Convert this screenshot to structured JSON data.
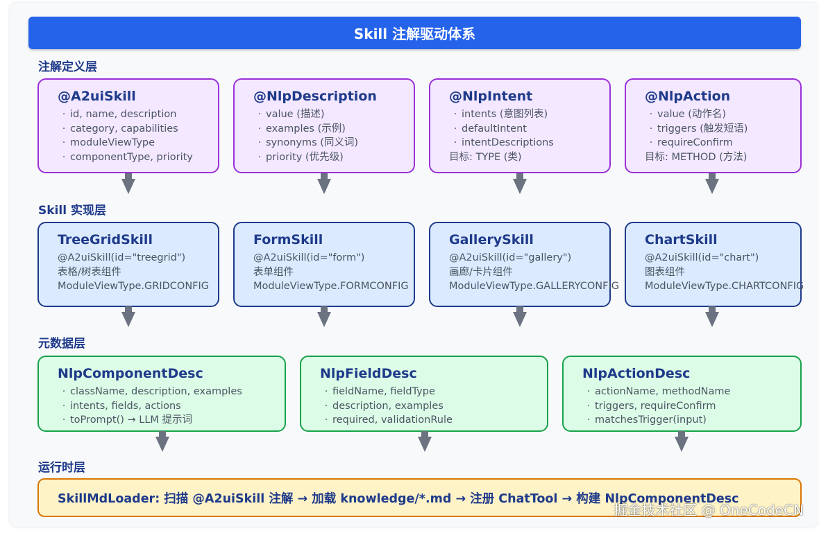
{
  "title": "Skill 注解驱动体系",
  "layers": {
    "annotation": {
      "label": "注解定义层",
      "boxes": [
        {
          "title": "@A2uiSkill",
          "lines": [
            "id, name, description",
            "category, capabilities",
            "moduleViewType",
            "componentType, priority"
          ]
        },
        {
          "title": "@NlpDescription",
          "lines": [
            "value (描述)",
            "examples (示例)",
            "synonyms (同义词)",
            "priority (优先级)"
          ]
        },
        {
          "title": "@NlpIntent",
          "lines": [
            "intents (意图列表)",
            "defaultIntent",
            "intentDescriptions"
          ],
          "target": "目标: TYPE (类)"
        },
        {
          "title": "@NlpAction",
          "lines": [
            "value (动作名)",
            "triggers (触发短语)",
            "requireConfirm"
          ],
          "target": "目标: METHOD (方法)"
        }
      ]
    },
    "skill": {
      "label": "Skill 实现层",
      "boxes": [
        {
          "title": "TreeGridSkill",
          "lines": [
            "@A2uiSkill(id=\"treegrid\")",
            "表格/树表组件",
            "ModuleViewType.GRIDCONFIG"
          ]
        },
        {
          "title": "FormSkill",
          "lines": [
            "@A2uiSkill(id=\"form\")",
            "表单组件",
            "ModuleViewType.FORMCONFIG"
          ]
        },
        {
          "title": "GallerySkill",
          "lines": [
            "@A2uiSkill(id=\"gallery\")",
            "画廊/卡片组件",
            "ModuleViewType.GALLERYCONFIG"
          ]
        },
        {
          "title": "ChartSkill",
          "lines": [
            "@A2uiSkill(id=\"chart\")",
            "图表组件",
            "ModuleViewType.CHARTCONFIG"
          ]
        }
      ]
    },
    "metadata": {
      "label": "元数据层",
      "boxes": [
        {
          "title": "NlpComponentDesc",
          "lines": [
            "className, description, examples",
            "intents, fields, actions",
            "toPrompt() → LLM 提示词"
          ]
        },
        {
          "title": "NlpFieldDesc",
          "lines": [
            "fieldName, fieldType",
            "description, examples",
            "required, validationRule"
          ]
        },
        {
          "title": "NlpActionDesc",
          "lines": [
            "actionName, methodName",
            "triggers, requireConfirm",
            "matchesTrigger(input)"
          ]
        }
      ]
    },
    "runtime": {
      "label": "运行时层",
      "loader_text": "SkillMdLoader: 扫描 @A2uiSkill 注解 → 加载 knowledge/*.md → 注册 ChatTool → 构建 NlpComponentDesc"
    }
  },
  "watermark": "掘金技术社区 @ OneCodeCN",
  "colors": {
    "title_bar": "#2563eb",
    "annotation_fill": "#f3e8ff",
    "annotation_border": "#9b30d9",
    "skill_fill": "#dbeafe",
    "skill_border": "#1e3a8a",
    "metadata_fill": "#dcfce7",
    "metadata_border": "#16a34a",
    "runtime_fill": "#fef3c7",
    "runtime_border": "#d97706",
    "arrow": "#6b7280"
  }
}
